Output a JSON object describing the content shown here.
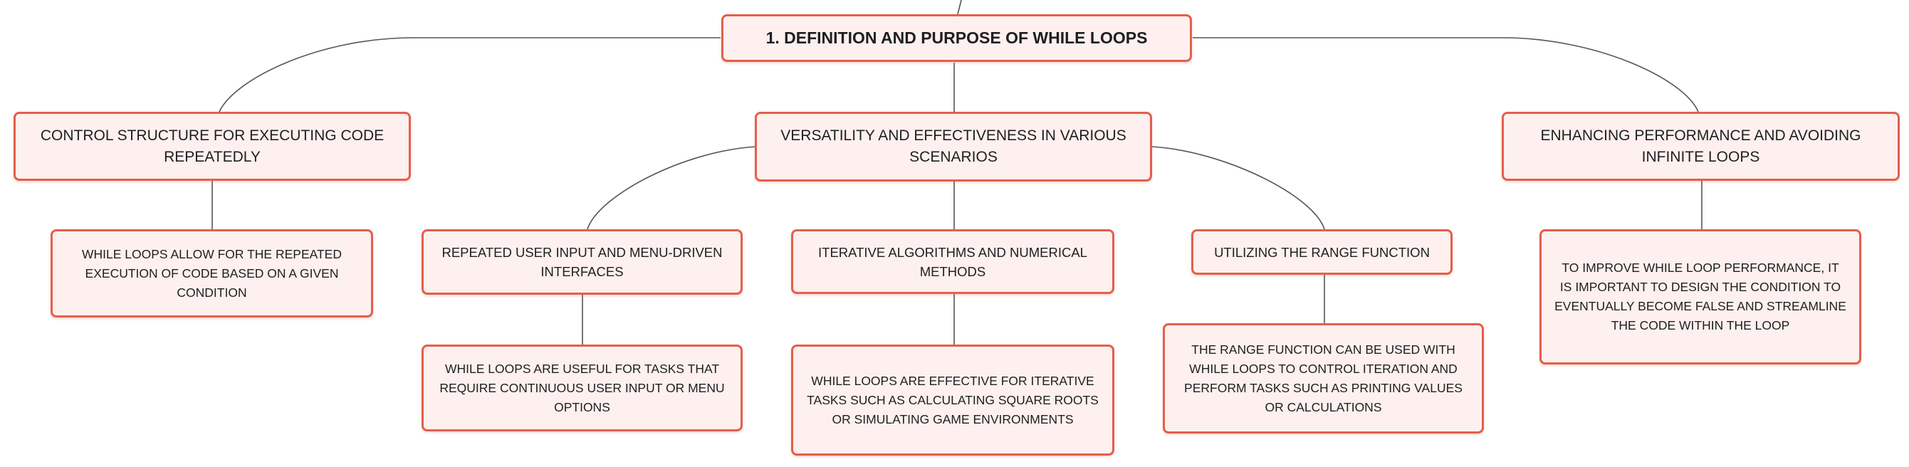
{
  "root": {
    "label": "1. DEFINITION AND PURPOSE OF WHILE LOOPS"
  },
  "branches": {
    "control": {
      "label": "CONTROL STRUCTURE FOR EXECUTING CODE REPEATEDLY",
      "detail": "WHILE LOOPS ALLOW FOR THE REPEATED EXECUTION OF CODE BASED ON A GIVEN CONDITION"
    },
    "versatility": {
      "label": "VERSATILITY AND EFFECTIVENESS IN VARIOUS SCENARIOS",
      "children": {
        "user_input": {
          "label": "REPEATED USER INPUT AND MENU-DRIVEN INTERFACES",
          "detail": "WHILE LOOPS ARE USEFUL FOR TASKS THAT REQUIRE CONTINUOUS USER INPUT OR MENU OPTIONS"
        },
        "iterative": {
          "label": "ITERATIVE ALGORITHMS AND NUMERICAL METHODS",
          "detail": "WHILE LOOPS ARE EFFECTIVE FOR ITERATIVE TASKS SUCH AS CALCULATING SQUARE ROOTS OR SIMULATING GAME ENVIRONMENTS"
        },
        "range": {
          "label": "UTILIZING THE RANGE FUNCTION",
          "detail": "THE RANGE FUNCTION CAN BE USED WITH WHILE LOOPS TO CONTROL ITERATION AND PERFORM TASKS SUCH AS PRINTING VALUES OR CALCULATIONS"
        }
      }
    },
    "performance": {
      "label": "ENHANCING PERFORMANCE AND AVOIDING INFINITE LOOPS",
      "detail": "TO IMPROVE WHILE LOOP PERFORMANCE, IT IS IMPORTANT TO DESIGN THE CONDITION TO EVENTUALLY BECOME FALSE AND STREAMLINE THE CODE WITHIN THE LOOP"
    }
  },
  "colors": {
    "node_border": "#e2604c",
    "node_fill": "#fdf0ee",
    "connector": "#555555"
  }
}
